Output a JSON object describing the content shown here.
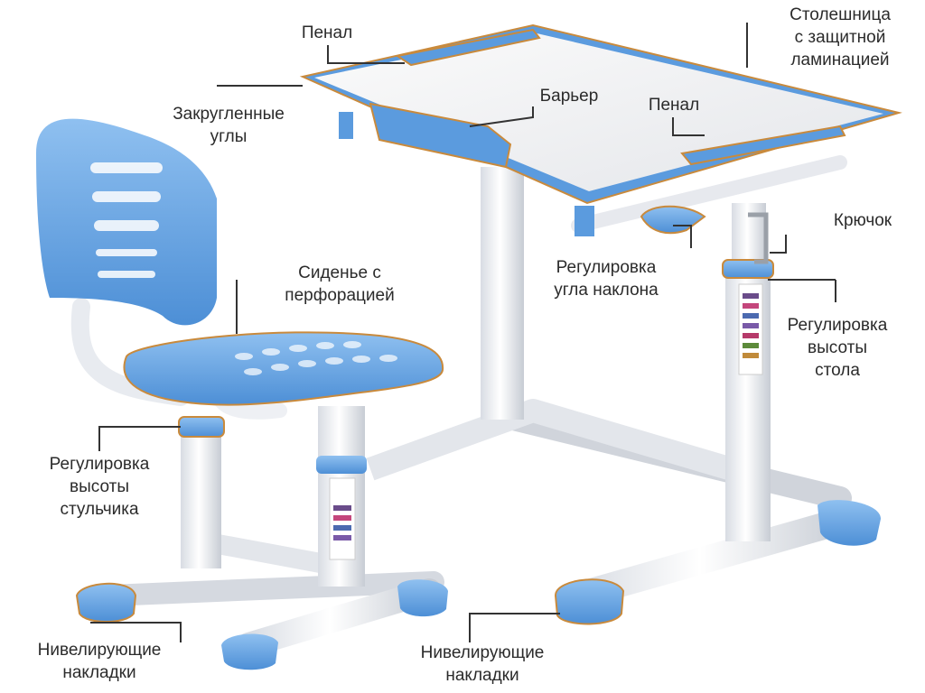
{
  "labels": {
    "penal_top": "Пенал",
    "tabletop": [
      "Столешница",
      "с защитной",
      "ламинацией"
    ],
    "rounded_corners": [
      "Закругленные",
      "углы"
    ],
    "barrier": "Барьер",
    "penal_right": "Пенал",
    "hook": "Крючок",
    "tilt_adjust": [
      "Регулировка",
      "угла наклона"
    ],
    "seat": [
      "Сиденье с",
      "перфорацией"
    ],
    "desk_height": [
      "Регулировка",
      "высоты",
      "стола"
    ],
    "chair_height": [
      "Регулировка",
      "высоты",
      "стульчика"
    ],
    "pads_left": [
      "Нивелирующие",
      "накладки"
    ],
    "pads_right": [
      "Нивелирующие",
      "накладки"
    ]
  },
  "colors": {
    "accent_blue": "#5b9bde",
    "light_blue": "#9cc6f0",
    "frame_white": "#eef0f4",
    "frame_shadow": "#c9ced6",
    "highlight_orange": "#c98a3c",
    "leader_line": "#333333",
    "text": "#2b2b2b"
  }
}
